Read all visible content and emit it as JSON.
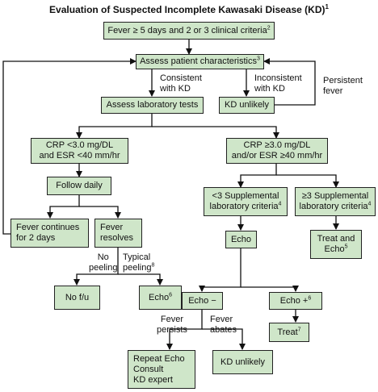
{
  "title": {
    "text": "Evaluation of Suspected Incomplete Kawasaki Disease (KD)",
    "sup": "1"
  },
  "nodes": {
    "fever_criteria": {
      "l1": "Fever ≥ 5 days and 2 or 3 clinical criteria",
      "sup": "2"
    },
    "assess_patient": {
      "l1": "Assess patient characteristics",
      "sup": "3"
    },
    "assess_lab": {
      "l1": "Assess laboratory tests"
    },
    "kd_unlikely_top": {
      "l1": "KD unlikely"
    },
    "crp_low": {
      "l1": "CRP <3.0 mg/DL",
      "l2": "and ESR <40 mm/hr"
    },
    "crp_high": {
      "l1": "CRP ≥3.0 mg/DL",
      "l2": "and/or ESR ≥40 mm/hr"
    },
    "follow_daily": {
      "l1": "Follow daily"
    },
    "lt3_supp": {
      "l1": "<3 Supplemental",
      "l2": "laboratory criteria",
      "sup": "4"
    },
    "ge3_supp": {
      "l1": "≥3 Supplemental",
      "l2": "laboratory criteria",
      "sup": "4"
    },
    "fever_continues": {
      "l1": "Fever continues",
      "l2": "for 2 days"
    },
    "fever_resolves": {
      "l1": "Fever",
      "l2": "resolves"
    },
    "echo_mid": {
      "l1": "Echo"
    },
    "treat_echo": {
      "l1": "Treat and",
      "l2": "Echo",
      "sup": "5"
    },
    "no_fu": {
      "l1": "No f/u"
    },
    "echo6": {
      "l1": "Echo",
      "sup": "6"
    },
    "echo_neg": {
      "l1": "Echo −"
    },
    "echo_pos": {
      "l1": "Echo +",
      "sup": "6"
    },
    "treat7": {
      "l1": "Treat",
      "sup": "7"
    },
    "repeat_echo": {
      "l1": "Repeat Echo",
      "l2": "Consult",
      "l3": "KD expert"
    },
    "kd_unlikely_bottom": {
      "l1": "KD unlikely"
    }
  },
  "labels": {
    "consistent": {
      "l1": "Consistent",
      "l2": "with KD"
    },
    "inconsistent": {
      "l1": "Inconsistent",
      "l2": "with KD"
    },
    "persistent": {
      "l1": "Persistent",
      "l2": "fever"
    },
    "no_peeling": {
      "l1": "No",
      "l2": "peeling"
    },
    "typical_peeling": {
      "l1": "Typical",
      "l2": "peeling",
      "sup": "8"
    },
    "fever_persists": {
      "l1": "Fever",
      "l2": "persists"
    },
    "fever_abates": {
      "l1": "Fever",
      "l2": "abates"
    }
  },
  "colors": {
    "box_fill": "#cfe6c9",
    "line": "#111111"
  }
}
